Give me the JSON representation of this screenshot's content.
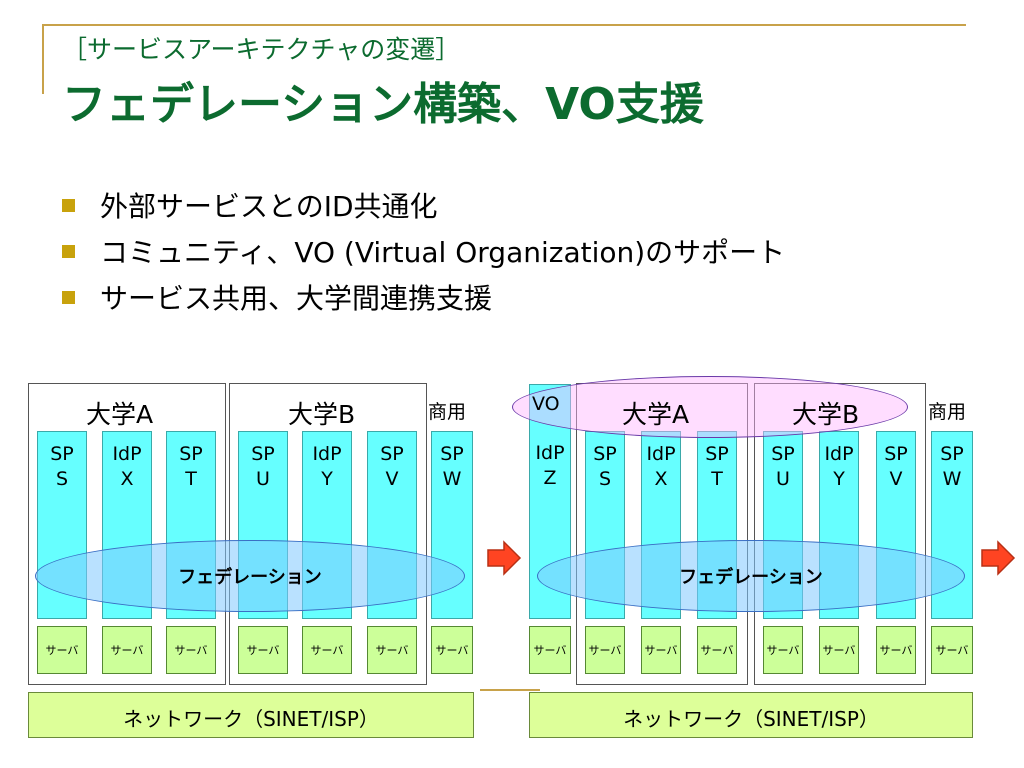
{
  "header": {
    "subtitle": "［サービスアーキテクチャの変遷］",
    "title": "フェデレーション構築、VO支援"
  },
  "bullets": [
    "外部サービスとのID共通化",
    "コミュニティ、VO (Virtual Organization)のサポート",
    "サービス共用、大学間連携支援"
  ],
  "diagram_left": {
    "uni_a": "大学A",
    "uni_b": "大学B",
    "commercial": "商用",
    "pillars": [
      "SP\nS",
      "IdP\nX",
      "SP\nT",
      "SP\nU",
      "IdP\nY",
      "SP\nV",
      "SP\nW"
    ],
    "server": "サーバ",
    "federation": "フェデレーション",
    "network": "ネットワーク（SINET/ISP）"
  },
  "diagram_right": {
    "vo": "VO",
    "uni_a": "大学A",
    "uni_b": "大学B",
    "commercial": "商用",
    "pillars": [
      "IdP\nZ",
      "SP\nS",
      "IdP\nX",
      "SP\nT",
      "SP\nU",
      "IdP\nY",
      "SP\nV",
      "SP\nW"
    ],
    "server": "サーバ",
    "federation": "フェデレーション",
    "network": "ネットワーク（SINET/ISP）"
  },
  "colors": {
    "title_green": "#0c6b2f",
    "bullet_gold": "#c8a20c",
    "pillar_cyan": "#66ffff",
    "server_green": "#ccff99",
    "arrow_red": "#ff4422"
  }
}
